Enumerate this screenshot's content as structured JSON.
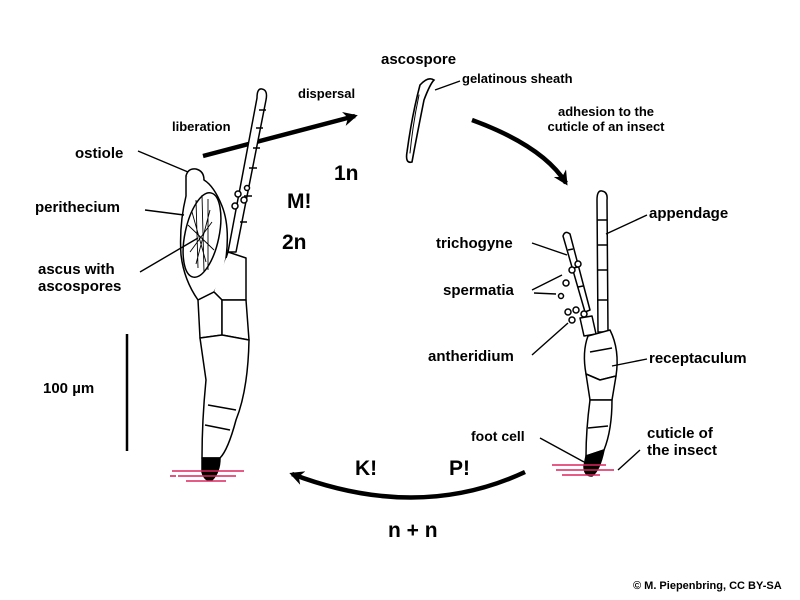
{
  "labels": {
    "ascospore": "ascospore",
    "gelatinous_sheath": "gelatinous sheath",
    "dispersal": "dispersal",
    "liberation": "liberation",
    "adhesion_line1": "adhesion to the",
    "adhesion_line2": "cuticle of an insect",
    "ostiole": "ostiole",
    "perithecium": "perithecium",
    "ascus_line1": "ascus with",
    "ascus_line2": "ascospores",
    "scale": "100 µm",
    "appendage": "appendage",
    "trichogyne": "trichogyne",
    "spermatia": "spermatia",
    "antheridium": "antheridium",
    "receptaculum": "receptaculum",
    "foot_cell": "foot cell",
    "cuticle_line1": "cuticle of",
    "cuticle_line2": "the insect"
  },
  "phases": {
    "haploid": "1n",
    "meiosis": "M!",
    "diploid": "2n",
    "karyogamy": "K!",
    "plasmogamy": "P!",
    "dikaryon": "n + n"
  },
  "credit": "© M. Piepenbring, CC BY-SA",
  "colors": {
    "ink": "#000000",
    "cuticle": "#e0245e"
  }
}
